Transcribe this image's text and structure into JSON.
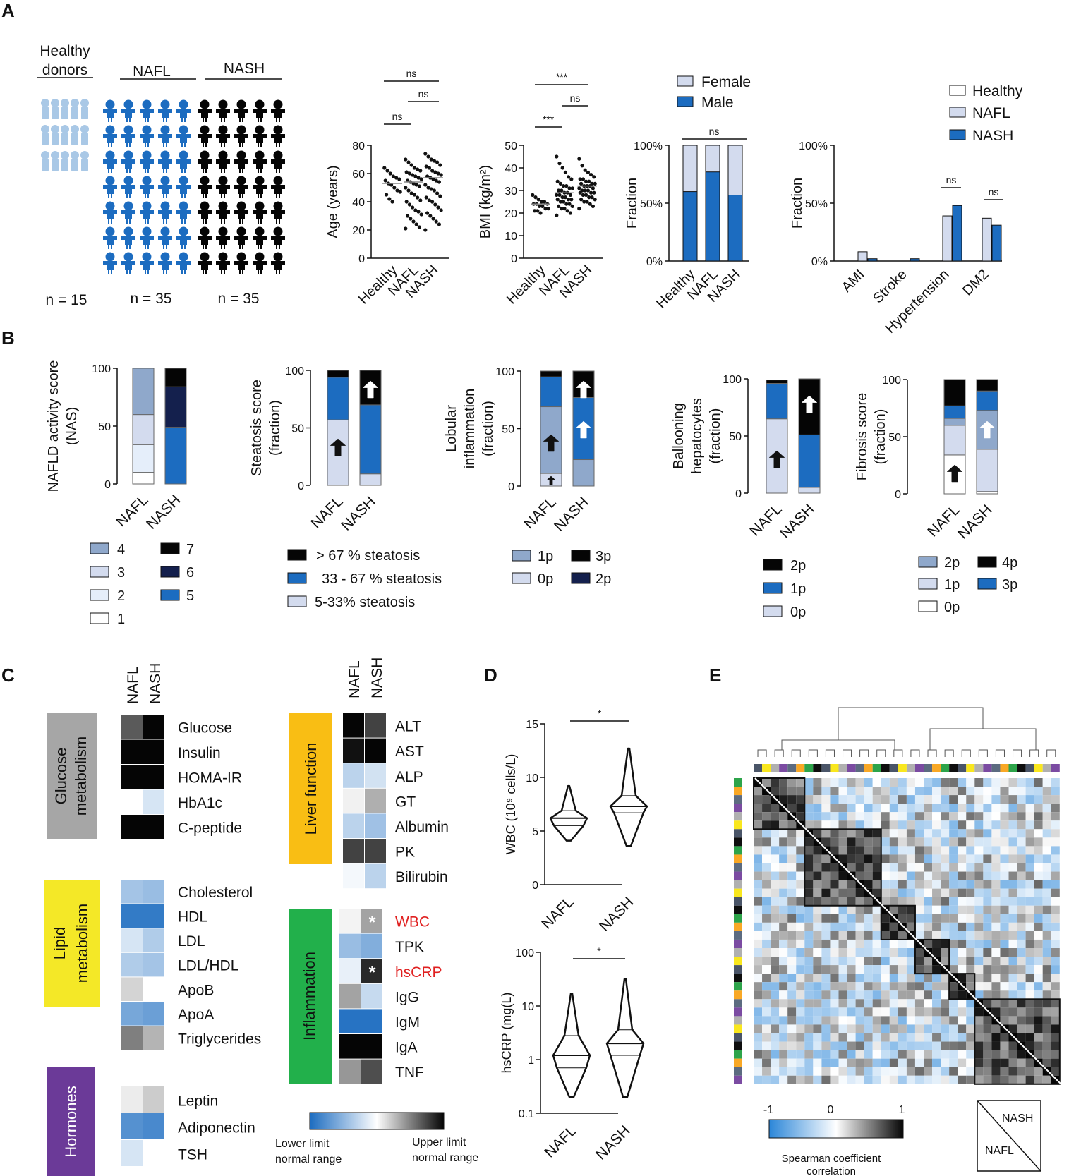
{
  "panel_labels": [
    "A",
    "B",
    "C",
    "D",
    "E"
  ],
  "colors": {
    "light": "#d3dbee",
    "mid": "#8fa8cb",
    "blue": "#1c6cc0",
    "navy": "#14204d",
    "black": "#050505",
    "white": "#ffffff",
    "healthy_icon": "#a9c8e6",
    "red": "#e02020"
  },
  "cohort": {
    "groups": [
      {
        "label": "Healthy donors",
        "n": "n = 15"
      },
      {
        "label": "NAFL",
        "n": "n = 35"
      },
      {
        "label": "NASH",
        "n": "n = 35"
      }
    ]
  },
  "legends": {
    "sex": [
      "Female",
      "Male"
    ],
    "comorb": [
      "Healthy",
      "NAFL",
      "NASH"
    ],
    "nas": [
      "4",
      "3",
      "2",
      "1",
      "7",
      "6",
      "5"
    ],
    "steatosis": [
      "> 67 % steatosis",
      "33 - 67 % steatosis",
      "5-33% steatosis"
    ],
    "lobular": [
      "1p",
      "0p",
      "3p",
      "2p"
    ],
    "ballooning": [
      "2p",
      "1p",
      "0p"
    ],
    "fibrosis": [
      "2p",
      "1p",
      "0p",
      "4p",
      "3p"
    ]
  },
  "heatmap": {
    "cols": [
      "NAFL",
      "NASH"
    ],
    "categories": [
      "Glucose metabolism",
      "Lipid metabolism",
      "Hormones",
      "Liver function",
      "Inflammation"
    ],
    "glucose": [
      {
        "label": "Glucose",
        "vals": [
          0.65,
          1.0
        ]
      },
      {
        "label": "Insulin",
        "vals": [
          1.0,
          1.0
        ]
      },
      {
        "label": "HOMA-IR",
        "vals": [
          1.0,
          1.0
        ]
      },
      {
        "label": "HbA1c",
        "vals": [
          0.0,
          -0.18
        ]
      },
      {
        "label": "C-peptide",
        "vals": [
          1.0,
          1.0
        ]
      }
    ],
    "lipid": [
      {
        "label": "Cholesterol",
        "vals": [
          -0.4,
          -0.45
        ]
      },
      {
        "label": "HDL",
        "vals": [
          -0.9,
          -0.9
        ]
      },
      {
        "label": "LDL",
        "vals": [
          -0.18,
          -0.35
        ]
      },
      {
        "label": "LDL/HDL",
        "vals": [
          -0.35,
          -0.4
        ]
      },
      {
        "label": "ApoB",
        "vals": [
          0.15,
          0.0
        ]
      },
      {
        "label": "ApoA",
        "vals": [
          -0.6,
          -0.65
        ]
      },
      {
        "label": "Triglycerides",
        "vals": [
          0.5,
          0.28
        ]
      }
    ],
    "hormones": [
      {
        "label": "Leptin",
        "vals": [
          0.05,
          0.18
        ]
      },
      {
        "label": "Adiponectin",
        "vals": [
          -0.75,
          -0.8
        ]
      },
      {
        "label": "TSH",
        "vals": [
          -0.18,
          0.0
        ]
      }
    ],
    "liver": [
      {
        "label": "ALT",
        "vals": [
          1.0,
          0.75
        ]
      },
      {
        "label": "AST",
        "vals": [
          0.95,
          1.0
        ]
      },
      {
        "label": "ALP",
        "vals": [
          -0.3,
          -0.2
        ]
      },
      {
        "label": "GT",
        "vals": [
          0.03,
          0.3
        ]
      },
      {
        "label": "Albumin",
        "vals": [
          -0.3,
          -0.42
        ]
      },
      {
        "label": "PK",
        "vals": [
          0.75,
          0.75
        ]
      },
      {
        "label": "Bilirubin",
        "vals": [
          -0.05,
          -0.3
        ]
      }
    ],
    "inflammation": [
      {
        "label": "WBC",
        "vals": [
          0.02,
          0.35
        ],
        "red": true,
        "star": true
      },
      {
        "label": "TPK",
        "vals": [
          -0.45,
          -0.55
        ]
      },
      {
        "label": "hsCRP",
        "vals": [
          -0.1,
          0.85
        ],
        "red": true,
        "star": true
      },
      {
        "label": "IgG",
        "vals": [
          0.35,
          -0.25
        ]
      },
      {
        "label": "IgM",
        "vals": [
          -0.95,
          -0.95
        ]
      },
      {
        "label": "IgA",
        "vals": [
          1.0,
          1.0
        ]
      },
      {
        "label": "TNF",
        "vals": [
          0.4,
          0.7
        ]
      }
    ],
    "colorbar_left": "Lower limit normal range",
    "colorbar_right": "Upper limit normal range",
    "star": "*"
  },
  "corr": {
    "cb_ticks": [
      "-1",
      "0",
      "1"
    ],
    "cb_label": "Spearman coefficient correlation",
    "tri_upper": "NASH",
    "tri_lower": "NAFL"
  },
  "chart_data": [
    {
      "id": "age",
      "type": "scatter",
      "ylabel": "Age (years)",
      "categories": [
        "Healthy",
        "NAFL",
        "NASH"
      ],
      "ylim": [
        0,
        80
      ],
      "yticks": [
        "0",
        "20",
        "40",
        "60",
        "80"
      ],
      "medians": [
        53,
        54,
        57
      ],
      "points": [
        [
          64,
          62,
          60,
          58,
          57,
          56,
          55,
          53,
          52,
          50,
          48,
          47,
          45,
          42,
          40
        ],
        [
          70,
          68,
          66,
          64,
          63,
          62,
          61,
          60,
          59,
          58,
          57,
          56,
          55,
          54,
          53,
          52,
          51,
          50,
          48,
          46,
          45,
          43,
          41,
          40,
          38,
          36,
          34,
          33,
          31,
          30,
          28,
          26,
          24,
          22,
          21
        ],
        [
          74,
          72,
          70,
          69,
          68,
          66,
          65,
          64,
          62,
          61,
          60,
          59,
          58,
          57,
          56,
          55,
          54,
          52,
          50,
          49,
          48,
          46,
          44,
          43,
          41,
          40,
          38,
          36,
          34,
          32,
          30,
          28,
          26,
          24,
          20
        ]
      ],
      "sig": [
        "ns",
        "ns",
        "ns"
      ]
    },
    {
      "id": "bmi",
      "type": "scatter",
      "ylabel": "BMI (kg/m²)",
      "categories": [
        "Healthy",
        "NAFL",
        "NASH"
      ],
      "ylim": [
        0,
        50
      ],
      "yticks": [
        "0",
        "10",
        "20",
        "30",
        "40",
        "50"
      ],
      "medians": [
        24,
        29,
        32
      ],
      "points": [
        [
          28,
          27,
          26,
          25,
          25,
          24,
          24,
          24,
          23,
          23,
          22,
          22,
          21,
          21,
          20
        ],
        [
          45,
          42,
          40,
          38,
          36,
          35,
          34,
          33,
          32,
          32,
          31,
          31,
          30,
          30,
          29,
          29,
          28,
          28,
          28,
          27,
          27,
          26,
          26,
          26,
          25,
          25,
          24,
          24,
          23,
          23,
          22,
          22,
          21,
          20,
          19
        ],
        [
          44,
          41,
          39,
          38,
          37,
          36,
          35,
          35,
          34,
          34,
          33,
          33,
          33,
          32,
          32,
          32,
          31,
          31,
          30,
          30,
          30,
          29,
          29,
          29,
          28,
          28,
          27,
          27,
          26,
          26,
          25,
          25,
          24,
          23,
          22
        ]
      ],
      "sig": [
        "***",
        "ns",
        "***"
      ]
    },
    {
      "id": "sex",
      "type": "bar",
      "ylabel": "Fraction",
      "categories": [
        "Healthy",
        "NAFL",
        "NASH"
      ],
      "yticks": [
        "0%",
        "50%",
        "100%"
      ],
      "stacks": [
        [
          0.6,
          0.4
        ],
        [
          0.77,
          0.23
        ],
        [
          0.57,
          0.43
        ]
      ],
      "series": [
        "Male",
        "Female"
      ],
      "sig": "ns"
    },
    {
      "id": "comorb",
      "type": "bar",
      "ylabel": "Fraction",
      "categories": [
        "AMI",
        "Stroke",
        "Hypertension",
        "DM2"
      ],
      "yticks": [
        "0%",
        "50%",
        "100%"
      ],
      "series": [
        {
          "name": "Healthy",
          "values": [
            0,
            0,
            0,
            0
          ]
        },
        {
          "name": "NAFL",
          "values": [
            0.08,
            0,
            0.39,
            0.37
          ]
        },
        {
          "name": "NASH",
          "values": [
            0.02,
            0.02,
            0.48,
            0.31
          ]
        }
      ],
      "sig": [
        "ns",
        "ns"
      ]
    },
    {
      "id": "nas",
      "type": "bar",
      "ylabel": "NAFLD activity score (NAS)",
      "categories": [
        "NAFL",
        "NASH"
      ],
      "yticks": [
        "0",
        "50",
        "100"
      ],
      "stacks": [
        [
          {
            "k": "1",
            "v": 10
          },
          {
            "k": "2",
            "v": 24
          },
          {
            "k": "3",
            "v": 26
          },
          {
            "k": "4",
            "v": 40
          }
        ],
        [
          {
            "k": "5",
            "v": 49
          },
          {
            "k": "6",
            "v": 35
          },
          {
            "k": "7",
            "v": 16
          }
        ]
      ]
    },
    {
      "id": "steatosis",
      "type": "bar",
      "ylabel": "Steatosis score (fraction)",
      "categories": [
        "NAFL",
        "NASH"
      ],
      "yticks": [
        "0",
        "50",
        "100"
      ],
      "stacks": [
        [
          {
            "k": "5-33% steatosis",
            "v": 57
          },
          {
            "k": "33 - 67 % steatosis",
            "v": 37
          },
          {
            "k": "> 67 % steatosis",
            "v": 6
          }
        ],
        [
          {
            "k": "5-33% steatosis",
            "v": 10
          },
          {
            "k": "33 - 67 % steatosis",
            "v": 60
          },
          {
            "k": "> 67 % steatosis",
            "v": 30
          }
        ]
      ]
    },
    {
      "id": "lobular",
      "type": "bar",
      "ylabel": "Lobular inflammation (fraction)",
      "categories": [
        "NAFL",
        "NASH"
      ],
      "yticks": [
        "0",
        "50",
        "100"
      ],
      "stacks": [
        [
          {
            "k": "0p",
            "v": 11
          },
          {
            "k": "1p",
            "v": 58
          },
          {
            "k": "2p",
            "v": 26
          },
          {
            "k": "3p",
            "v": 5
          }
        ],
        [
          {
            "k": "1p",
            "v": 23
          },
          {
            "k": "2p",
            "v": 54
          },
          {
            "k": "3p",
            "v": 23
          }
        ]
      ]
    },
    {
      "id": "ballooning",
      "type": "bar",
      "ylabel": "Ballooning hepatocytes (fraction)",
      "categories": [
        "NAFL",
        "NASH"
      ],
      "yticks": [
        "0",
        "50",
        "100"
      ],
      "stacks": [
        [
          {
            "k": "0p",
            "v": 65
          },
          {
            "k": "1p",
            "v": 31
          },
          {
            "k": "2p",
            "v": 3
          }
        ],
        [
          {
            "k": "0p",
            "v": 5
          },
          {
            "k": "1p",
            "v": 46
          },
          {
            "k": "2p",
            "v": 49
          }
        ]
      ]
    },
    {
      "id": "fibrosis",
      "type": "bar",
      "ylabel": "Fibrosis score (fraction)",
      "categories": [
        "NAFL",
        "NASH"
      ],
      "yticks": [
        "0",
        "50",
        "100"
      ],
      "stacks": [
        [
          {
            "k": "0p",
            "v": 34
          },
          {
            "k": "1p",
            "v": 26
          },
          {
            "k": "2p",
            "v": 6
          },
          {
            "k": "3p",
            "v": 11
          },
          {
            "k": "4p",
            "v": 23
          }
        ],
        [
          {
            "k": "0p",
            "v": 2
          },
          {
            "k": "1p",
            "v": 37
          },
          {
            "k": "2p",
            "v": 34
          },
          {
            "k": "3p",
            "v": 17
          },
          {
            "k": "4p",
            "v": 10
          }
        ]
      ]
    },
    {
      "id": "wbc",
      "type": "violin",
      "ylabel": "WBC (10⁹ cells/L)",
      "categories": [
        "NAFL",
        "NASH"
      ],
      "ylim": [
        0,
        15
      ],
      "yticks": [
        "0",
        "5",
        "10",
        "15"
      ],
      "sig": "*",
      "groups": [
        {
          "min": 4.1,
          "q1": 5.5,
          "median": 6.2,
          "q3": 6.9,
          "max": 9.2
        },
        {
          "min": 3.6,
          "q1": 6.7,
          "median": 7.3,
          "q3": 8.3,
          "max": 12.7
        }
      ]
    },
    {
      "id": "hscrp",
      "type": "violin",
      "ylabel": "hsCRP (mg(L)",
      "categories": [
        "NAFL",
        "NASH"
      ],
      "scale": "log",
      "yticks": [
        "0.1",
        "1",
        "10",
        "100"
      ],
      "sig": "*",
      "groups": [
        {
          "min": 0.2,
          "q1": 0.7,
          "median": 1.2,
          "q3": 2.8,
          "max": 17
        },
        {
          "min": 0.2,
          "q1": 1.2,
          "median": 2.0,
          "q3": 3.6,
          "max": 32
        }
      ]
    },
    {
      "id": "corrmatrix",
      "type": "heatmap",
      "range": [
        -1,
        1
      ]
    }
  ]
}
